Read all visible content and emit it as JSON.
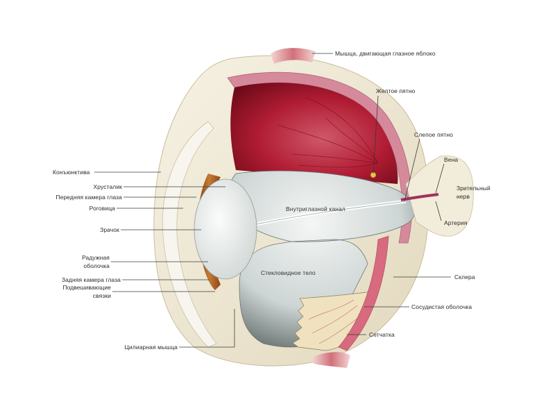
{
  "diagram": {
    "title": "Строение глаза",
    "colors": {
      "background": "#ffffff",
      "sclera": "#efe9d6",
      "sclera_shadow": "#d9cfb3",
      "choroid": "#b83a4b",
      "retina_inner": "#a8122a",
      "retina_light": "#d0586a",
      "iris": "#b86a2a",
      "lens": "#e9ecea",
      "vitreous": "#d7dddc",
      "vitreous_shadow": "#7c8b8b",
      "retina_flap": "#f0e2bf",
      "muscle": "#d98c8e",
      "nerve_vessel": "#a0325a",
      "leader_line": "#3a3a3a",
      "label_text": "#2a2a2a"
    },
    "labels": {
      "muscle": "Мышца, двигающая глазное яблоко",
      "macula": "Желтое пятно",
      "blind_spot": "Слепое пятно",
      "vein": "Вена",
      "optic_nerve_line1": "Зрительный",
      "optic_nerve_line2": "нерв",
      "artery": "Артерия",
      "conjunctiva": "Конъюнктива",
      "lens": "Хрусталик",
      "anterior_chamber": "Передняя камера глаза",
      "cornea": "Роговица",
      "pupil": "Зрачок",
      "iris_line1": "Радужная",
      "iris_line2": "оболочка",
      "posterior_chamber": "Задняя камера глаза",
      "ligaments_line1": "Подвешивающие",
      "ligaments_line2": "связки",
      "ciliary_muscle": "Цилиарная мышца",
      "hyaloid_canal": "Внутриглазной канал",
      "vitreous_body": "Стекловидное тело",
      "sclera": "Склера",
      "choroid": "Сосудистая оболочка",
      "retina": "Сетчатка"
    }
  }
}
